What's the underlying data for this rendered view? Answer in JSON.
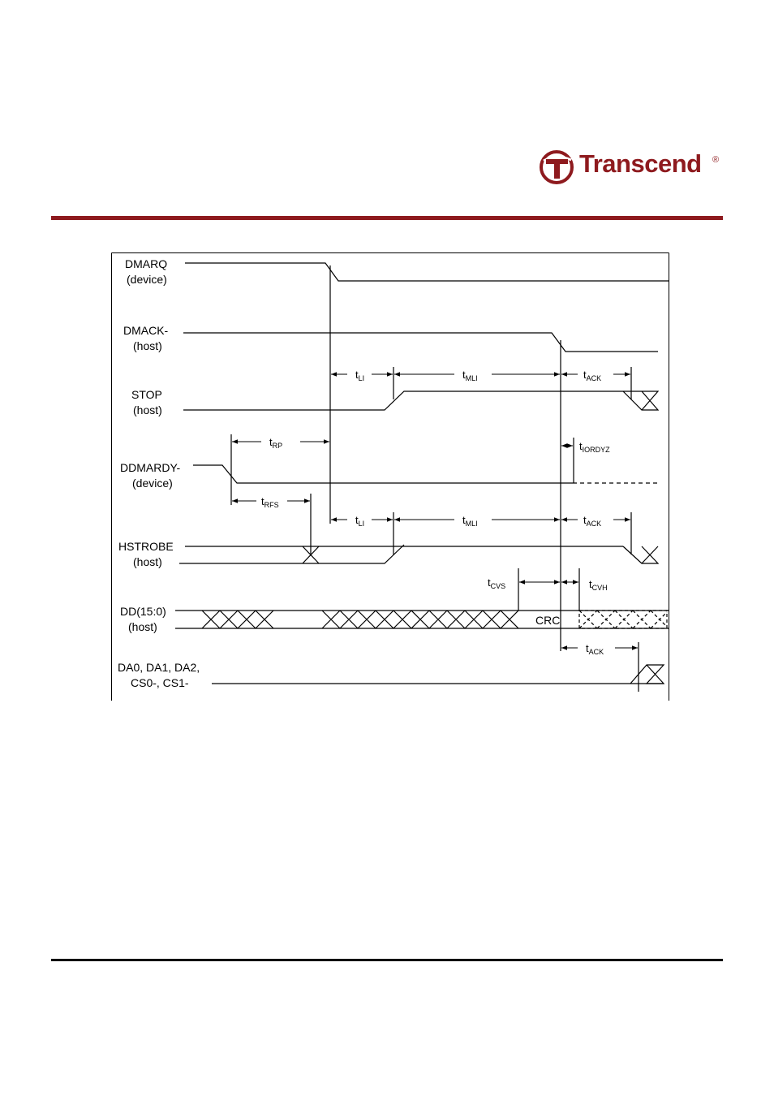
{
  "header": {
    "logo_text": "Transcend",
    "logo_mark": "®",
    "accent_color": "#8e1a1e"
  },
  "diagram": {
    "signals": [
      {
        "name": "DMARQ",
        "source": "(device)"
      },
      {
        "name": "DMACK-",
        "source": "(host)"
      },
      {
        "name": "STOP",
        "source": "(host)"
      },
      {
        "name": "DDMARDY-",
        "source": "(device)"
      },
      {
        "name": "HSTROBE",
        "source": "(host)"
      },
      {
        "name": "DD(15:0)",
        "source": "(host)"
      },
      {
        "name": "DA0, DA1, DA2,",
        "source": "CS0-, CS1-"
      }
    ],
    "crc_label": "CRC",
    "timings": {
      "t": "t",
      "li": "LI",
      "mli": "MLI",
      "ack": "ACK",
      "rp": "RP",
      "rfs": "RFS",
      "iordyz": "IORDYZ",
      "cvs": "CVS",
      "cvh": "CVH"
    }
  }
}
